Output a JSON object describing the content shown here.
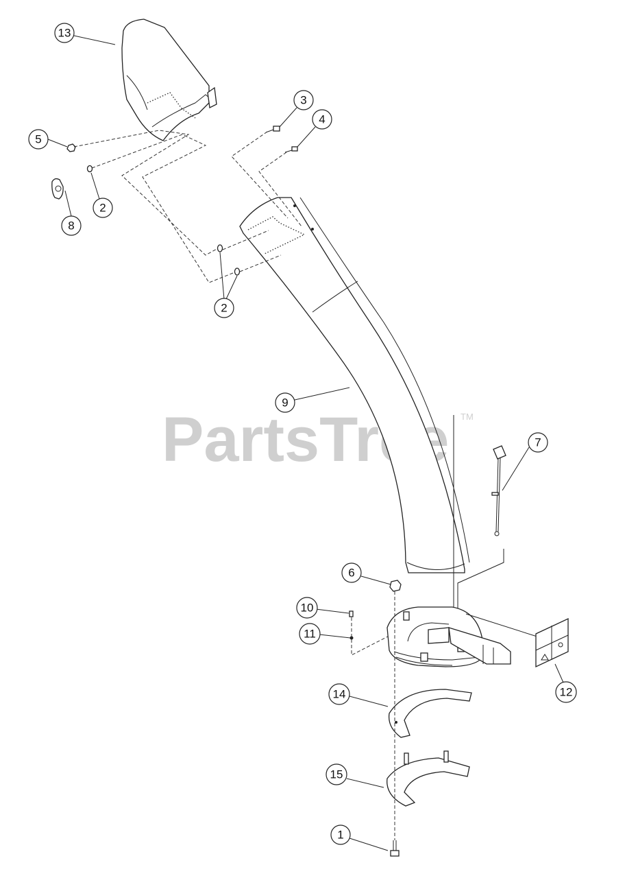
{
  "watermark": {
    "brand": "PartsTree",
    "trademark": "TM"
  },
  "callouts": {
    "part_1": "1",
    "part_2a": "2",
    "part_2b": "2",
    "part_3": "3",
    "part_4": "4",
    "part_5": "5",
    "part_6": "6",
    "part_7": "7",
    "part_8": "8",
    "part_9": "9",
    "part_10": "10",
    "part_11": "11",
    "part_12": "12",
    "part_13": "13",
    "part_14": "14",
    "part_15": "15"
  }
}
